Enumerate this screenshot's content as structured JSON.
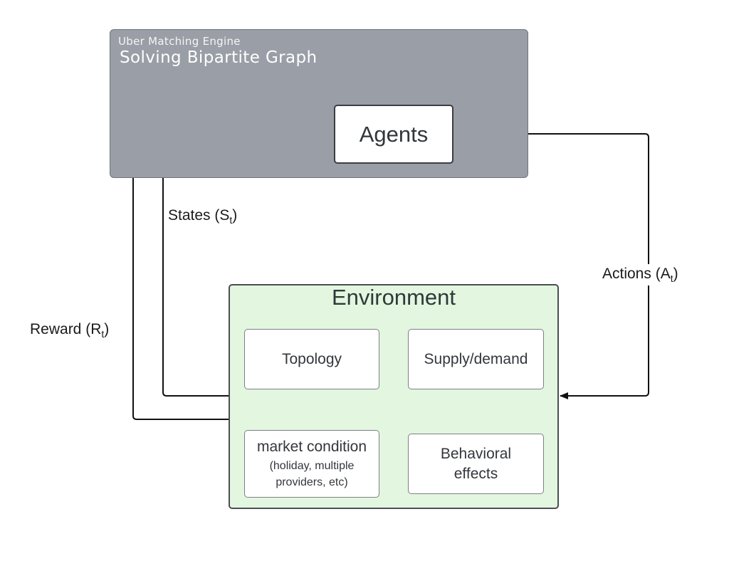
{
  "engine": {
    "subtitle": "Uber Matching Engine",
    "title": "Solving Bipartite Graph"
  },
  "agents": {
    "label": "Agents"
  },
  "environment": {
    "title": "Environment",
    "factors": {
      "topology": "Topology",
      "supply_demand": "Supply/demand",
      "market_condition": "market condition",
      "market_condition_detail": "(holiday, multiple providers, etc)",
      "behavioral_effects": "Behavioral effects"
    }
  },
  "flows": {
    "states": {
      "label": "States (S",
      "subscript": "t",
      "close": ")"
    },
    "actions": {
      "label": "Actions (A",
      "subscript": "t",
      "close": ")"
    },
    "reward": {
      "label": "Reward (R",
      "subscript": "t",
      "close": ")"
    }
  },
  "colors": {
    "engine_fill": "#9a9ea6",
    "environment_fill": "#e3f6e0",
    "line": "#111111"
  }
}
